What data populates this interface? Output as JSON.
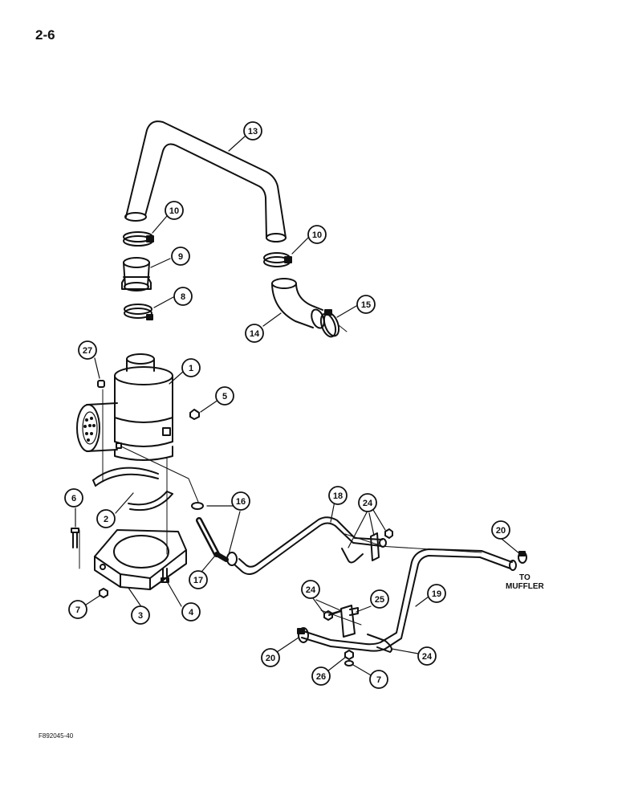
{
  "page": {
    "number": "2-6",
    "figure_code": "F892045-40"
  },
  "destination": {
    "line1": "TO",
    "line2": "MUFFLER"
  },
  "callouts": [
    {
      "id": "c13",
      "label": "13",
      "target": "air-intake-pipe"
    },
    {
      "id": "c10a",
      "label": "10",
      "target": "hose-clamp-left"
    },
    {
      "id": "c10b",
      "label": "10",
      "target": "hose-clamp-right"
    },
    {
      "id": "c9",
      "label": "9",
      "target": "hose-sleeve"
    },
    {
      "id": "c8",
      "label": "8",
      "target": "lower-hose-clamp"
    },
    {
      "id": "c15",
      "label": "15",
      "target": "elbow-clamp"
    },
    {
      "id": "c14",
      "label": "14",
      "target": "rubber-elbow"
    },
    {
      "id": "c27",
      "label": "27",
      "target": "restriction-indicator"
    },
    {
      "id": "c1",
      "label": "1",
      "target": "air-cleaner-body"
    },
    {
      "id": "c5",
      "label": "5",
      "target": "nut"
    },
    {
      "id": "c2",
      "label": "2",
      "target": "mounting-band"
    },
    {
      "id": "c6",
      "label": "6",
      "target": "bolt"
    },
    {
      "id": "c16",
      "label": "16",
      "target": "hose-clamp-small"
    },
    {
      "id": "c18",
      "label": "18",
      "target": "aspirator-tube"
    },
    {
      "id": "c24a",
      "label": "24",
      "target": "clip-upper"
    },
    {
      "id": "c20a",
      "label": "20",
      "target": "clamp-muffler"
    },
    {
      "id": "c17",
      "label": "17",
      "target": "hose"
    },
    {
      "id": "c7a",
      "label": "7",
      "target": "washer-left"
    },
    {
      "id": "c3",
      "label": "3",
      "target": "mounting-plate"
    },
    {
      "id": "c4",
      "label": "4",
      "target": "bolt-plate"
    },
    {
      "id": "c24b",
      "label": "24",
      "target": "clip-lower"
    },
    {
      "id": "c25",
      "label": "25",
      "target": "bracket"
    },
    {
      "id": "c19",
      "label": "19",
      "target": "exhaust-tube"
    },
    {
      "id": "c20b",
      "label": "20",
      "target": "clamp-lower"
    },
    {
      "id": "c24c",
      "label": "24",
      "target": "u-bolt"
    },
    {
      "id": "c26",
      "label": "26",
      "target": "nut-lower"
    },
    {
      "id": "c7b",
      "label": "7",
      "target": "washer-right"
    }
  ]
}
